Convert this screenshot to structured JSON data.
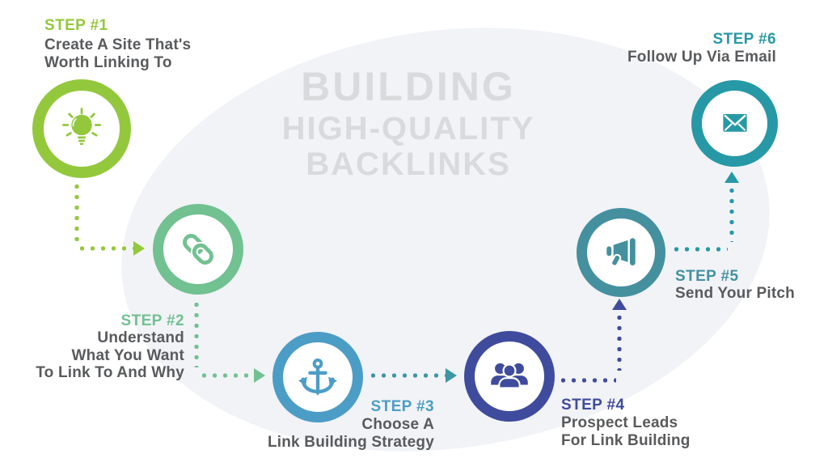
{
  "background": {
    "canvas_color": "#FFFFFF",
    "blob_color": "#F1F3F7",
    "watermark_color": "#D9DADC",
    "body_text_color": "#595A5C"
  },
  "watermark": {
    "lines": [
      "BUILDING",
      "HIGH-QUALITY",
      "BACKLINKS"
    ]
  },
  "steps": [
    {
      "label": "STEP #1",
      "lines": [
        "Create A Site That's",
        "Worth Linking To"
      ],
      "color": "#93C83D",
      "icon": "lightbulb-icon"
    },
    {
      "label": "STEP #2",
      "lines": [
        "Understand",
        "What You Want",
        "To Link To And Why"
      ],
      "color": "#72C191",
      "icon": "chain-link-icon"
    },
    {
      "label": "STEP #3",
      "lines": [
        "Choose A",
        "Link Building Strategy"
      ],
      "color": "#4C9DC6",
      "icon": "anchor-icon"
    },
    {
      "label": "STEP #4",
      "lines": [
        "Prospect Leads",
        "For Link Building"
      ],
      "color": "#3F4B9D",
      "icon": "people-group-icon"
    },
    {
      "label": "STEP #5",
      "lines": [
        "Send Your Pitch"
      ],
      "color": "#44909F",
      "icon": "megaphone-icon"
    },
    {
      "label": "STEP #6",
      "lines": [
        "Follow Up Via Email"
      ],
      "color": "#2799A6",
      "icon": "envelope-icon"
    }
  ],
  "connectors": [
    {
      "name": "step1-to-step2",
      "color": "#93C83D"
    },
    {
      "name": "step2-to-step3",
      "color": "#72C191"
    },
    {
      "name": "step3-to-step4",
      "color": "#3D96A4"
    },
    {
      "name": "step4-to-step5",
      "color": "#3F4B9D"
    },
    {
      "name": "step5-to-step6",
      "color": "#2799A6"
    }
  ]
}
